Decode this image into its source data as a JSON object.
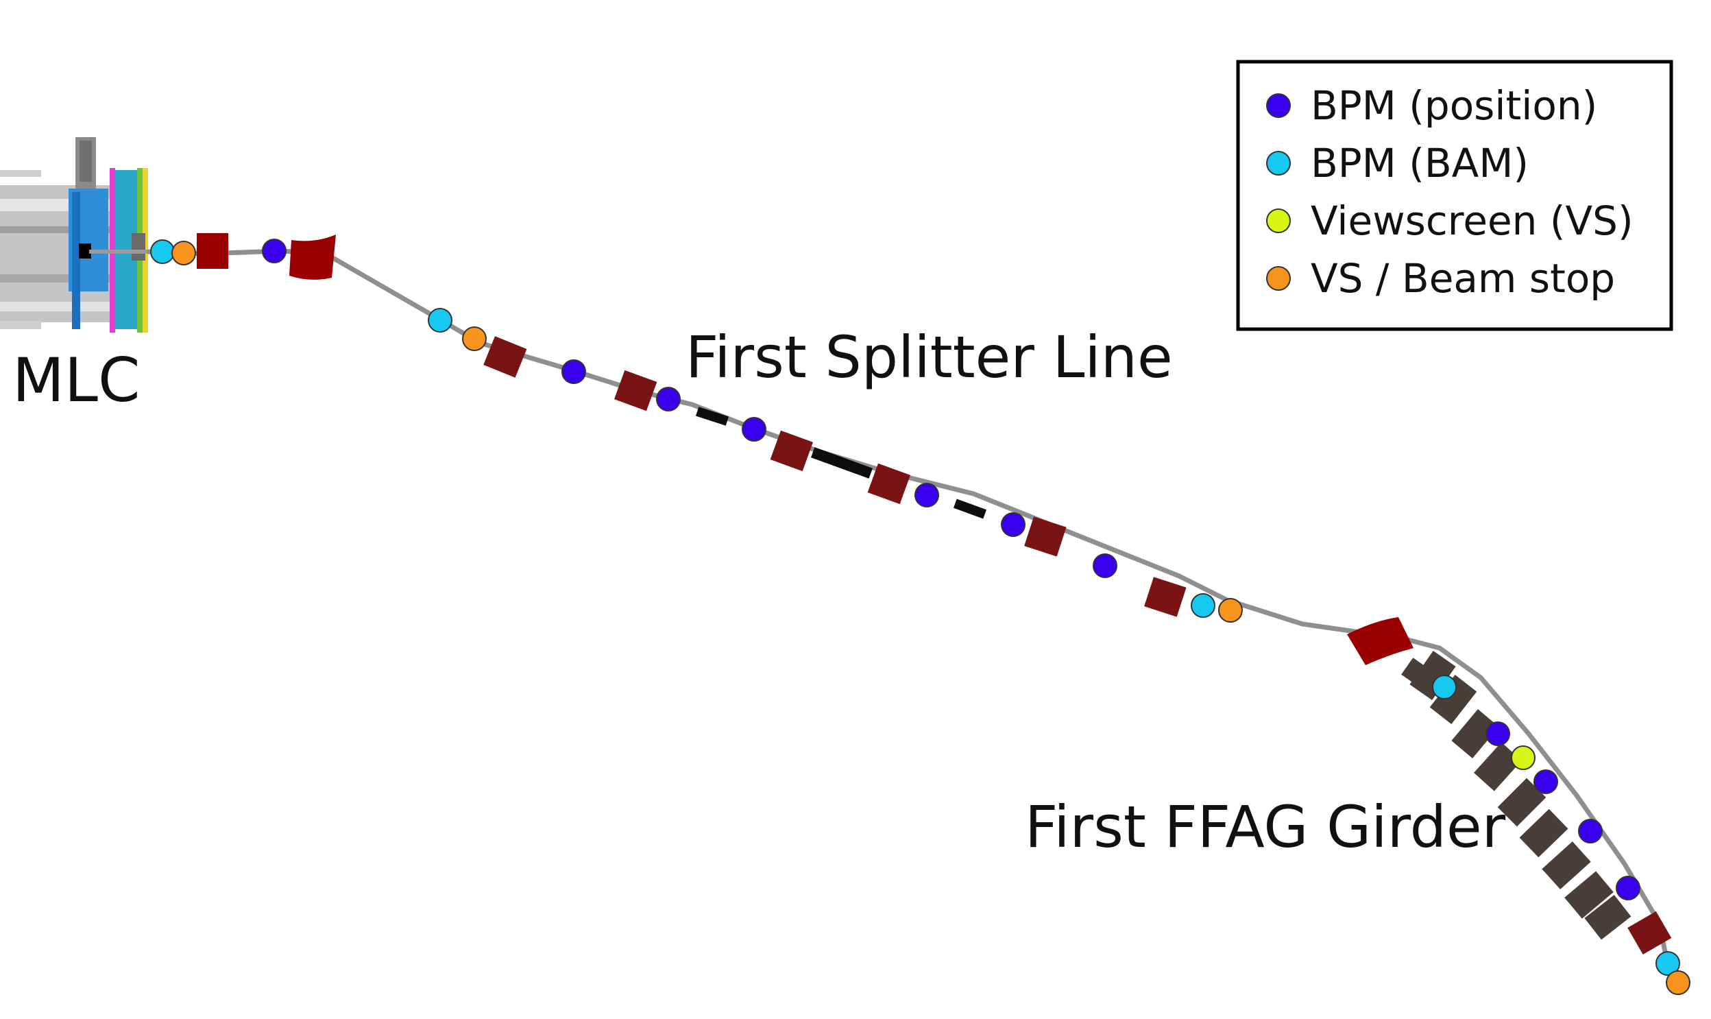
{
  "labels": {
    "mlc": "MLC",
    "splitter": "First Splitter Line",
    "ffag": "First FFAG Girder"
  },
  "legend": {
    "items": [
      {
        "label": "BPM (position)",
        "color": "#3a00ee"
      },
      {
        "label": "BPM (BAM)",
        "color": "#17c9f0"
      },
      {
        "label": "Viewscreen (VS)",
        "color": "#d8f515"
      },
      {
        "label": "VS / Beam stop",
        "color": "#f7941d"
      }
    ]
  },
  "colors": {
    "beampipe": "#8f8f8f",
    "magnet": "#7a1414",
    "dipole": "#9b0000",
    "ffag_quad": "#4a3f38",
    "drift_black": "#0d0d0d",
    "cryomodule": "#bfbfbf"
  }
}
